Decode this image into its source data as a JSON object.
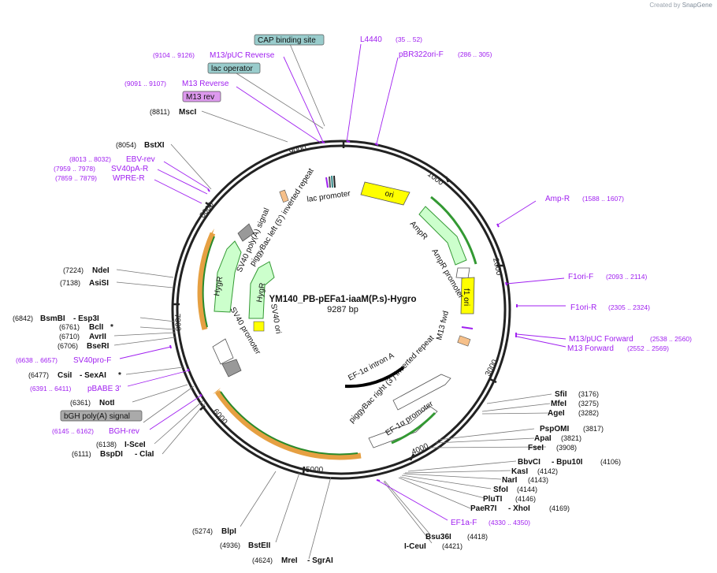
{
  "credit": {
    "prefix": "Created by",
    "brand": "SnapGene"
  },
  "plasmid": {
    "name": "YM140_PB-pEFa1-iaaM(P.s)-Hygro",
    "length_label": "9287 bp",
    "length_bp": 9287
  },
  "colors": {
    "backbone": "#222222",
    "primer": "#a020f0",
    "cut": "#555555",
    "cds_green": "#ccffcc",
    "cds_green_edge": "#339933",
    "ori_yellow": "#ffff00",
    "orf_orange": "#e6a042",
    "misc_white": "#ffffff",
    "polya_gray": "#999999",
    "box_blue": "#99cccc",
    "box_gray": "#aaaaaa",
    "box_purple": "#dd99ee"
  },
  "ticks": [
    "1000",
    "2000",
    "3000",
    "4000",
    "5000",
    "6000",
    "7000",
    "8000",
    "9000"
  ],
  "features": {
    "ori": "ori",
    "ampr": "AmpR",
    "ampr_promoter": "AmpR promoter",
    "f1ori": "f1 ori",
    "m13fwd": "M13 fwd",
    "pb_right": "piggyBac right (3') inverted repeat",
    "ef1a_promoter": "EF-1α promoter",
    "ef1a_intron": "EF-1α intron A",
    "sv40_promoter_a": "SV40 promoter",
    "hygr_a": "HygR",
    "hygr_b": "HygR",
    "sv40_polya": "SV40 poly(A) signal",
    "pb_left": "piggyBac left (5') inverted repeat",
    "lac_promoter": "lac promoter",
    "sv40_ori": "SV40 ori",
    "sv40_promoter_b": "SV40 promoter"
  },
  "boxed_labels": [
    {
      "text": "CAP binding site",
      "color": "box_blue"
    },
    {
      "text": "lac operator",
      "color": "box_blue"
    },
    {
      "text": "M13 rev",
      "color": "box_purple"
    },
    {
      "text": "bGH poly(A) signal",
      "color": "box_gray"
    }
  ],
  "primers": [
    {
      "name": "L4440",
      "pos": "(35 .. 52)"
    },
    {
      "name": "pBR322ori-F",
      "pos": "(286 .. 305)"
    },
    {
      "name": "M13/pUC Reverse",
      "pos": "(9104 .. 9126)"
    },
    {
      "name": "M13 Reverse",
      "pos": "(9091 .. 9107)"
    },
    {
      "name": "EBV-rev",
      "pos": "(8013 .. 8032)"
    },
    {
      "name": "SV40pA-R",
      "pos": "(7959 .. 7978)"
    },
    {
      "name": "WPRE-R",
      "pos": "(7859 .. 7879)"
    },
    {
      "name": "Amp-R",
      "pos": "(1588 .. 1607)"
    },
    {
      "name": "F1ori-F",
      "pos": "(2093 .. 2114)"
    },
    {
      "name": "F1ori-R",
      "pos": "(2305 .. 2324)"
    },
    {
      "name": "M13/pUC Forward",
      "pos": "(2538 .. 2560)"
    },
    {
      "name": "M13 Forward",
      "pos": "(2552 .. 2569)"
    },
    {
      "name": "SV40pro-F",
      "pos": "(6638 .. 6657)"
    },
    {
      "name": "pBABE 3'",
      "pos": "(6391 .. 6411)"
    },
    {
      "name": "BGH-rev",
      "pos": "(6145 .. 6162)"
    },
    {
      "name": "EF1a-F",
      "pos": "(4330 .. 4350)"
    }
  ],
  "enzymes_left": [
    {
      "pos": "(8811)",
      "name": "MscI",
      "extra": "",
      "star": ""
    },
    {
      "pos": "(8054)",
      "name": "BstXI",
      "extra": "",
      "star": ""
    },
    {
      "pos": "(7224)",
      "name": "NdeI",
      "extra": "",
      "star": ""
    },
    {
      "pos": "(7138)",
      "name": "AsiSI",
      "extra": "",
      "star": ""
    },
    {
      "pos": "(6842)",
      "name": "BsmBI",
      "extra": "- Esp3I",
      "star": ""
    },
    {
      "pos": "(6761)",
      "name": "BclI",
      "extra": "",
      "star": "*"
    },
    {
      "pos": "(6710)",
      "name": "AvrII",
      "extra": "",
      "star": ""
    },
    {
      "pos": "(6706)",
      "name": "BseRI",
      "extra": "",
      "star": ""
    },
    {
      "pos": "(6477)",
      "name": "CsiI",
      "extra": "- SexAI",
      "star": "*"
    },
    {
      "pos": "(6361)",
      "name": "NotI",
      "extra": "",
      "star": ""
    },
    {
      "pos": "(6138)",
      "name": "I-SceI",
      "extra": "",
      "star": ""
    },
    {
      "pos": "(6111)",
      "name": "BspDI",
      "extra": "- ClaI",
      "star": ""
    }
  ],
  "enzymes_right": [
    {
      "name": "SfiI",
      "extra": "",
      "pos": "(3176)"
    },
    {
      "name": "MfeI",
      "extra": "",
      "pos": "(3275)"
    },
    {
      "name": "AgeI",
      "extra": "",
      "pos": "(3282)"
    },
    {
      "name": "PspOMI",
      "extra": "",
      "pos": "(3817)"
    },
    {
      "name": "ApaI",
      "extra": "",
      "pos": "(3821)"
    },
    {
      "name": "FseI",
      "extra": "",
      "pos": "(3908)"
    },
    {
      "name": "BbvCI",
      "extra": "- Bpu10I",
      "pos": "(4106)"
    },
    {
      "name": "KasI",
      "extra": "",
      "pos": "(4142)"
    },
    {
      "name": "NarI",
      "extra": "",
      "pos": "(4143)"
    },
    {
      "name": "SfoI",
      "extra": "",
      "pos": "(4144)"
    },
    {
      "name": "PluTI",
      "extra": "",
      "pos": "(4146)"
    },
    {
      "name": "PaeR7I",
      "extra": "- XhoI",
      "pos": "(4169)"
    }
  ],
  "enzymes_bottom": [
    {
      "pos": "(4418)",
      "name": "Bsu36I",
      "extra": ""
    },
    {
      "pos": "(4421)",
      "name": "I-CeuI",
      "extra": ""
    },
    {
      "pos": "(5274)",
      "name": "BlpI",
      "extra": ""
    },
    {
      "pos": "(4936)",
      "name": "BstEII",
      "extra": ""
    },
    {
      "pos": "(4624)",
      "name": "MreI",
      "extra": "- SgrAI"
    }
  ]
}
